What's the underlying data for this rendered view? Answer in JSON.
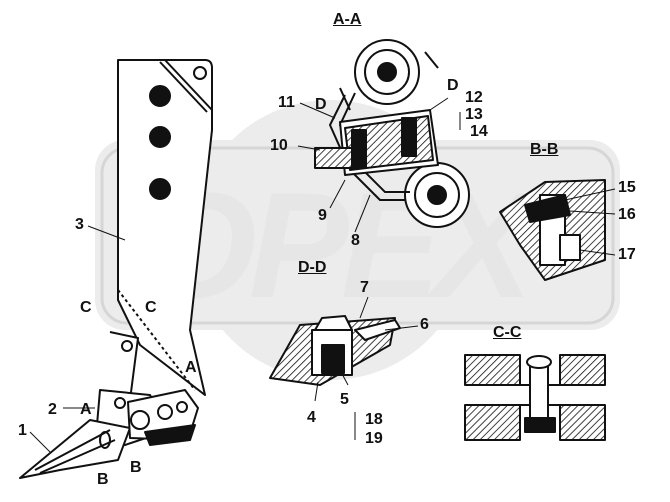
{
  "watermark": "OPEX",
  "section_titles": {
    "a_a": "A-A",
    "b_b": "B-B",
    "c_c": "C-C",
    "d_d": "D-D"
  },
  "callouts": [
    "1",
    "2",
    "3",
    "4",
    "5",
    "6",
    "7",
    "8",
    "9",
    "10",
    "11",
    "12",
    "13",
    "14",
    "15",
    "16",
    "17",
    "18",
    "19"
  ],
  "cut_marks": {
    "a_left": "A",
    "a_right": "A",
    "b_left": "B",
    "b_right": "B",
    "c_left": "C",
    "c_right": "C",
    "d_left": "D",
    "d_right": "D"
  }
}
